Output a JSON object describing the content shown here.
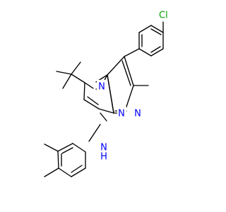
{
  "colors": {
    "background": "#ffffff",
    "bond": "#000000",
    "nitrogen": "#0000ff",
    "chlorine": "#00a000",
    "carbon_text": "#000000"
  },
  "atoms": {
    "chlorine": {
      "label": "Cl"
    },
    "n4": {
      "label": "N"
    },
    "n8": {
      "label": "N"
    },
    "n1": {
      "label": "N"
    },
    "nh": {
      "label": "N"
    },
    "nh_h": {
      "label": "H"
    }
  }
}
